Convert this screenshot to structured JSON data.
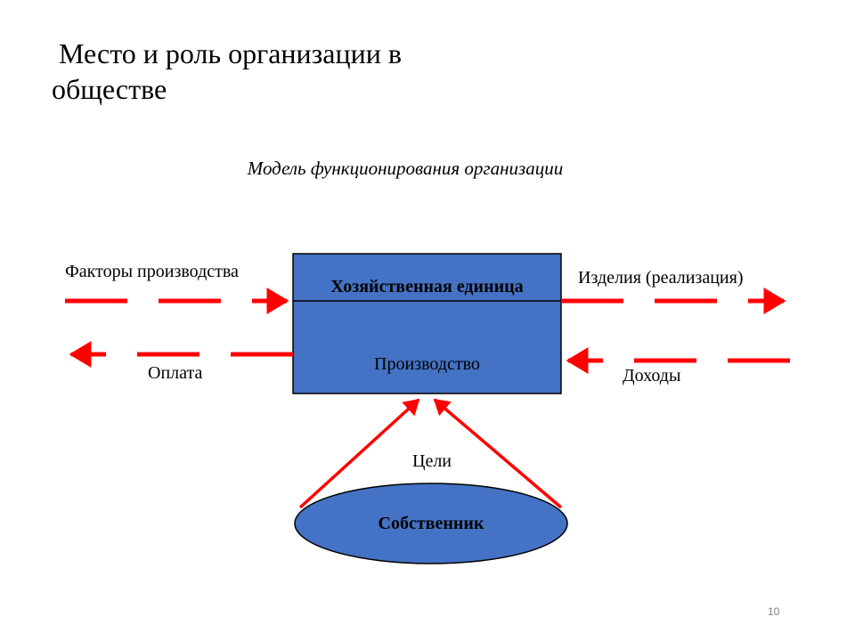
{
  "slide": {
    "title": "Место и роль организации в обществе",
    "subtitle": "Модель функционирования организации",
    "page_number": "10"
  },
  "diagram": {
    "unit_box": {
      "title": "Хозяйственная единица",
      "body": "Производство",
      "fill": "#4472c4"
    },
    "owner": {
      "label": "Собственник",
      "fill": "#4472c4"
    },
    "flows": {
      "factors": "Факторы производства",
      "payment": "Оплата",
      "products": "Изделия (реализация)",
      "income": "Доходы",
      "goals": "Цели"
    },
    "arrow_color": "#ff0000"
  }
}
